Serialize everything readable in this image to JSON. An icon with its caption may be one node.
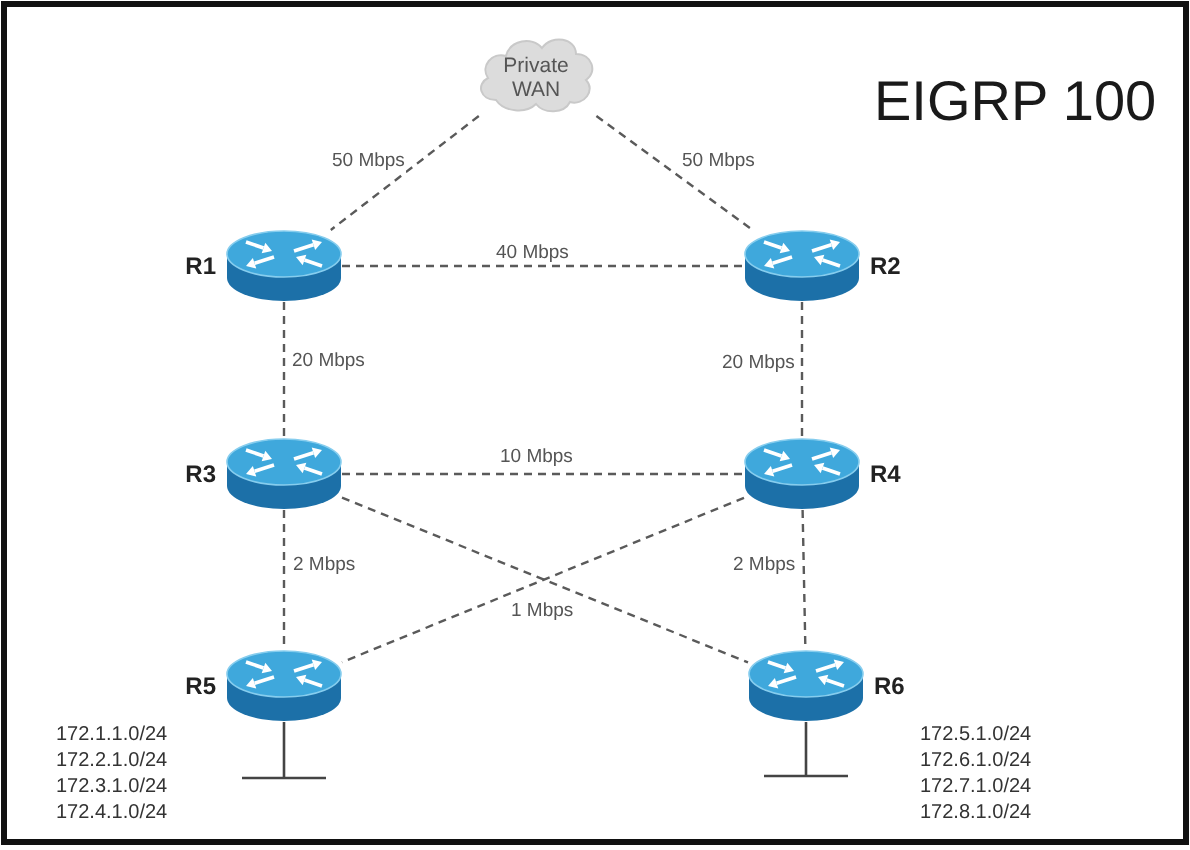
{
  "diagram": {
    "title": "EIGRP 100",
    "nodes": [
      {
        "text": [
          "Private WAN"
        ]
      },
      {
        "text": [
          "R1"
        ]
      },
      {
        "text": [
          "R2"
        ]
      },
      {
        "text": [
          "R3"
        ]
      },
      {
        "text": [
          "R4"
        ]
      },
      {
        "text": [
          "R5"
        ],
        "beside": [
          "172.1.1.0/24",
          "172.2.1.0/24",
          "172.3.1.0/24",
          "172.4.1.0/24"
        ]
      },
      {
        "text": [
          "R6"
        ],
        "beside": [
          "172.5.1.0/24",
          "172.6.1.0/24",
          "172.7.1.0/24",
          "172.8.1.0/24"
        ]
      }
    ],
    "edges": [
      {
        "from": 0,
        "to": 1,
        "arrow": "none",
        "style": "dashed",
        "label": "50 Mbps"
      },
      {
        "from": 0,
        "to": 2,
        "arrow": "none",
        "style": "dashed",
        "label": "50 Mbps"
      },
      {
        "from": 1,
        "to": 2,
        "arrow": "none",
        "style": "dashed",
        "label": "40 Mbps"
      },
      {
        "from": 1,
        "to": 3,
        "arrow": "none",
        "style": "dashed",
        "label": "20 Mbps"
      },
      {
        "from": 2,
        "to": 4,
        "arrow": "none",
        "style": "dashed",
        "label": "20 Mbps"
      },
      {
        "from": 3,
        "to": 4,
        "arrow": "none",
        "style": "dashed",
        "label": "10 Mbps"
      },
      {
        "from": 3,
        "to": 5,
        "arrow": "none",
        "style": "dashed",
        "label": "2 Mbps"
      },
      {
        "from": 4,
        "to": 6,
        "arrow": "none",
        "style": "dashed",
        "label": "2 Mbps"
      },
      {
        "from": 3,
        "to": 6,
        "arrow": "none",
        "style": "dashed",
        "label": "1 Mbps"
      },
      {
        "from": 4,
        "to": 5,
        "arrow": "none",
        "style": "dashed"
      }
    ]
  }
}
